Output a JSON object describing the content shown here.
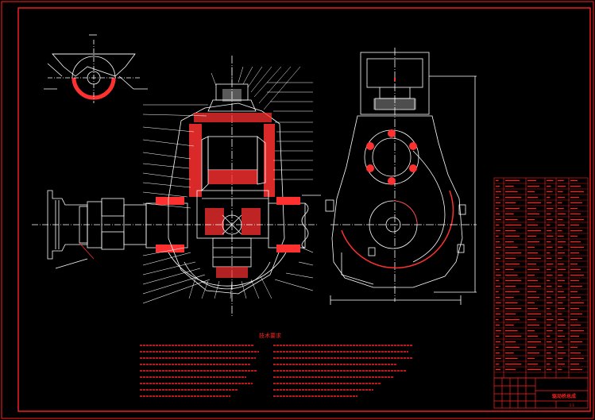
{
  "title_block": {
    "drawing_name": "驱动桥总成",
    "scale_text": "1:1"
  },
  "technical_requirements": {
    "heading": "技术要求"
  },
  "colors": {
    "background": "#000000",
    "frame": "#ff2020",
    "lines": "#ffffff",
    "hatch": "#ff3030",
    "text": "#ff2020"
  }
}
